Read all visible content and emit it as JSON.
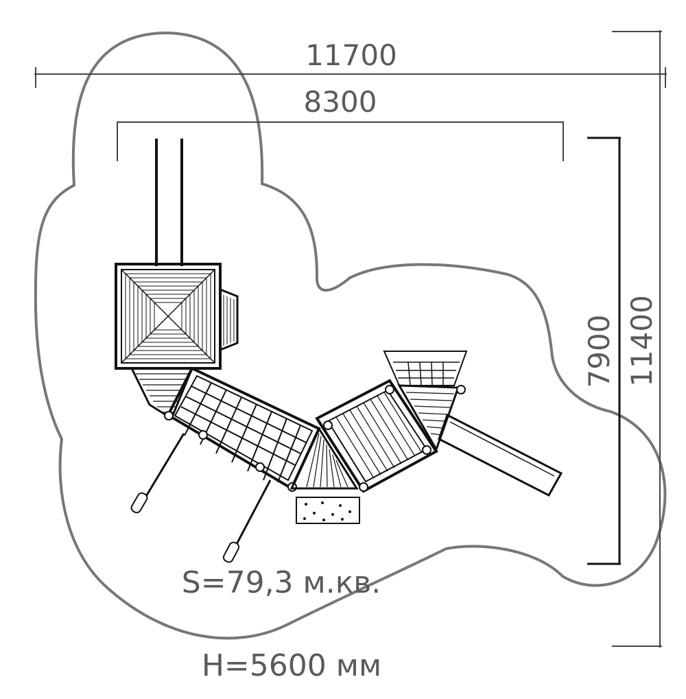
{
  "dimensions": {
    "overall_width": "11700",
    "equipment_width": "8300",
    "equipment_depth": "7900",
    "overall_depth": "11400"
  },
  "area_label": "S=79,3 м.кв.",
  "height_label": "H=5600 мм",
  "colors": {
    "zone_outline": "#777777",
    "ink": "#111111",
    "label_text": "#5a5a5a"
  }
}
